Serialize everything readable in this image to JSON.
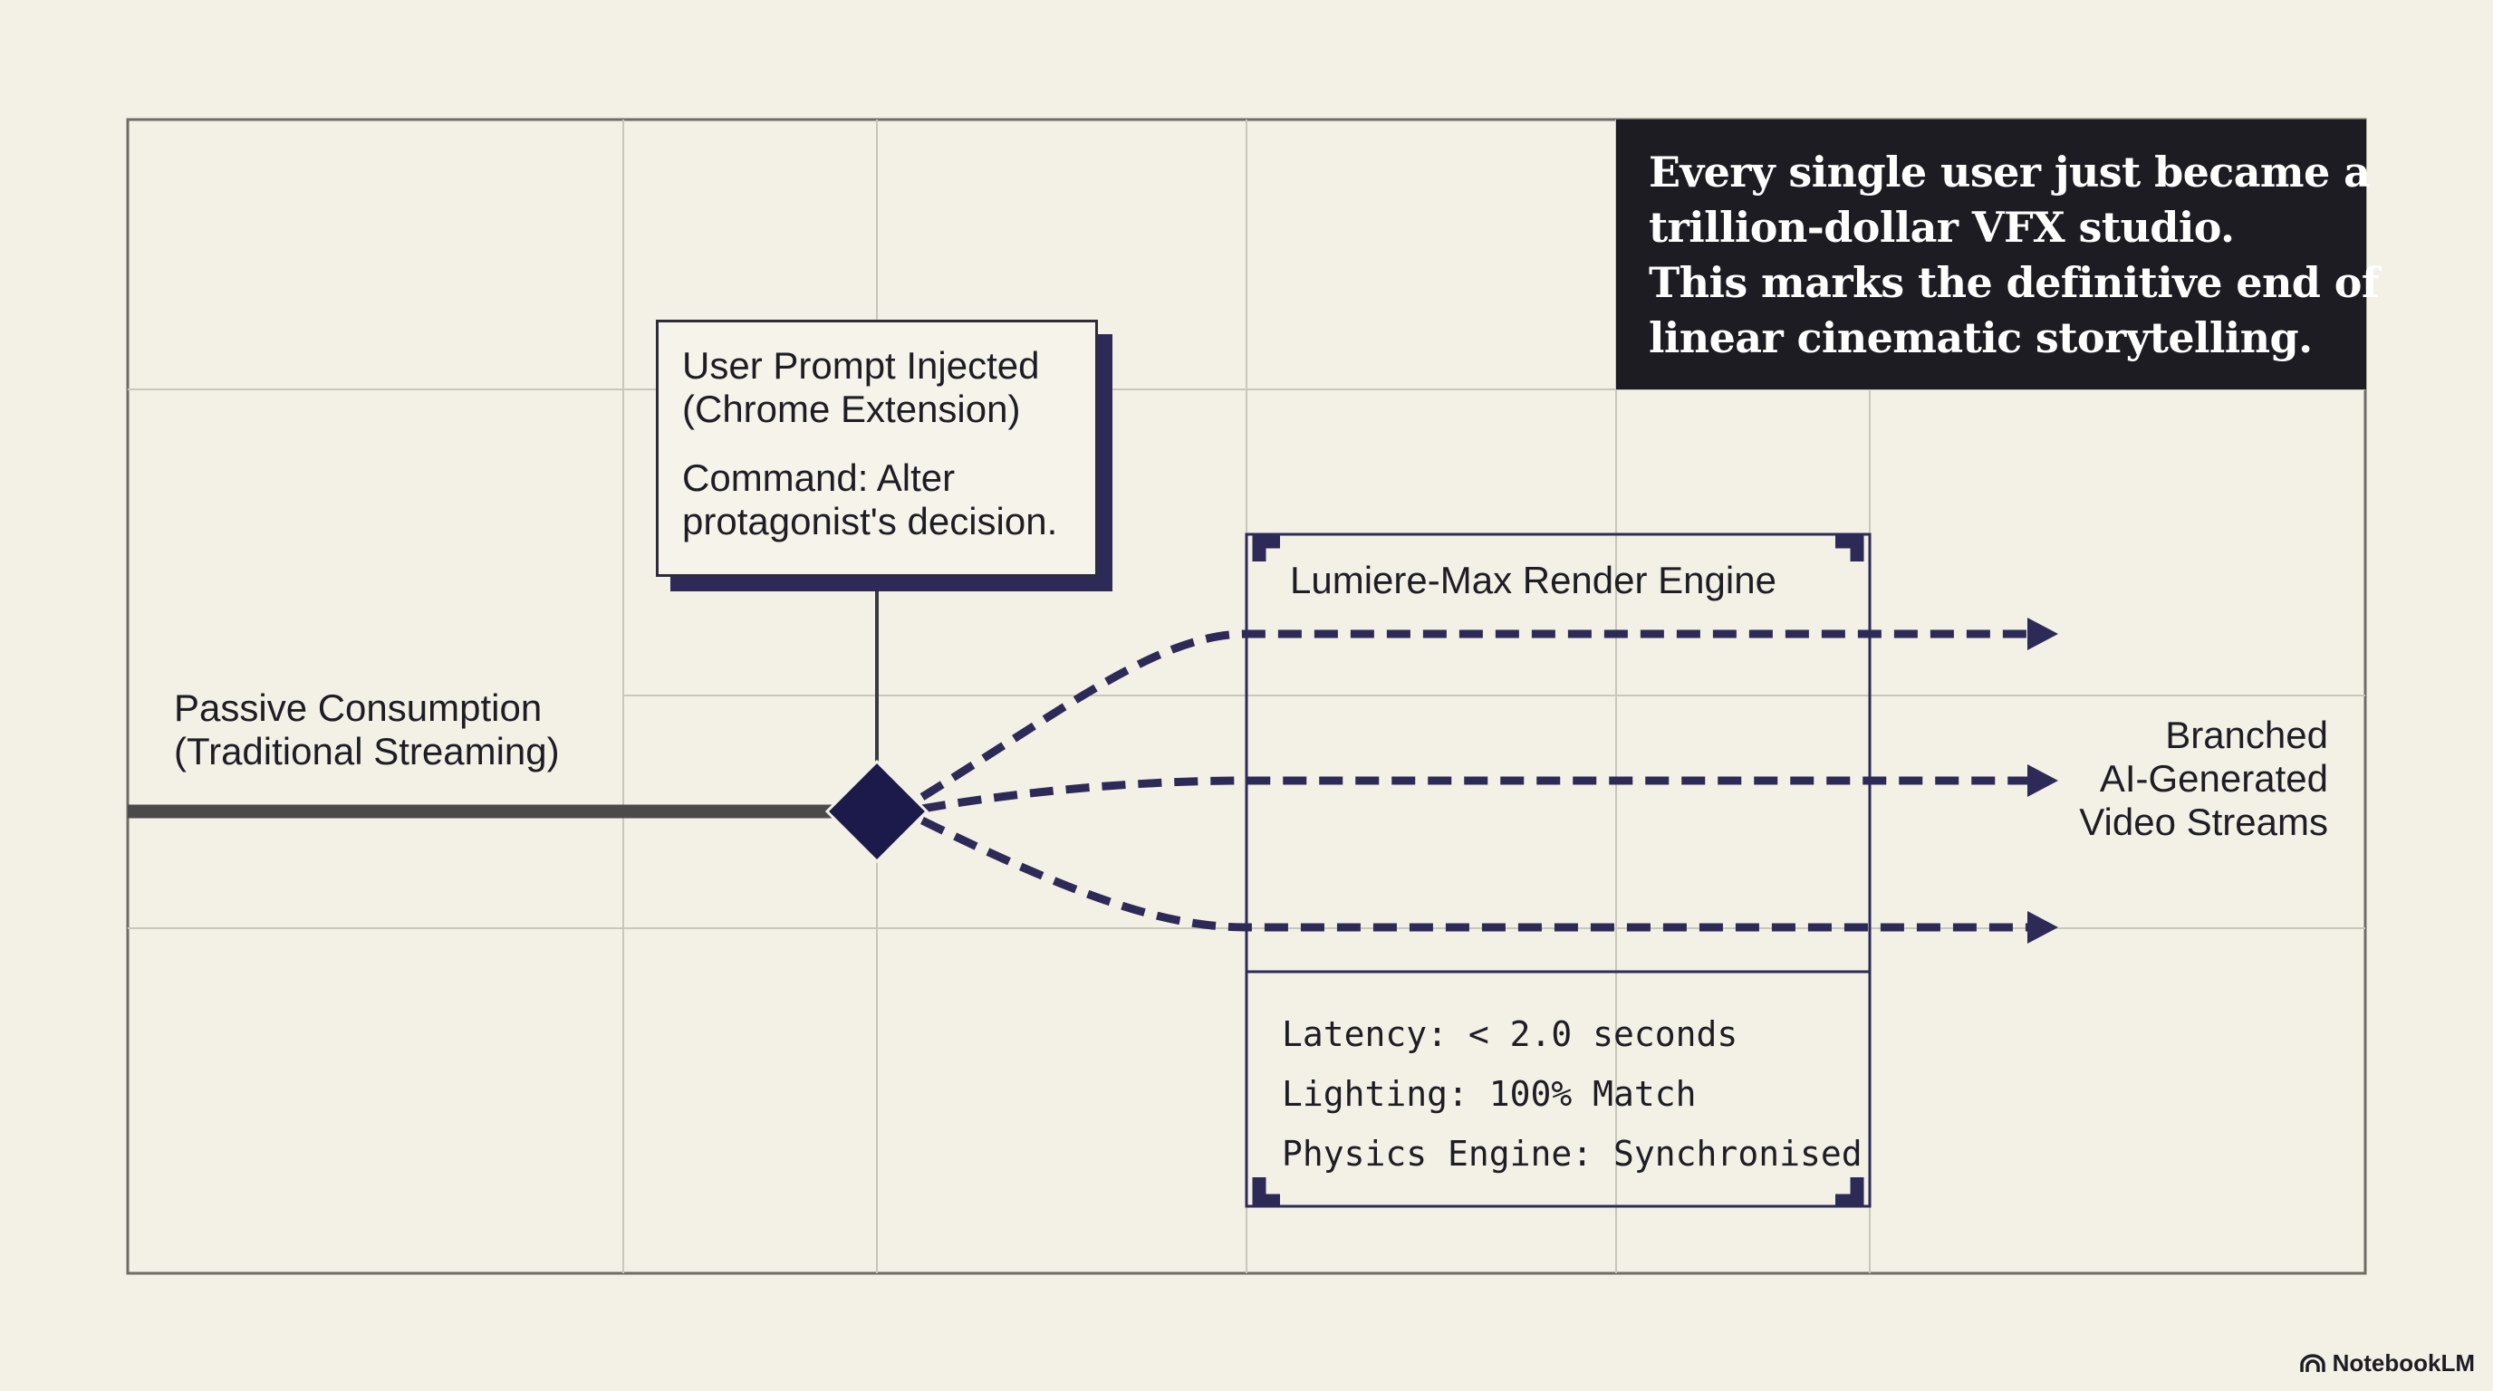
{
  "callout": {
    "lines": [
      "Every single user just became a",
      "trillion-dollar VFX studio.",
      "This marks the definitive end of",
      "linear cinematic storytelling."
    ]
  },
  "prompt_box": {
    "title_lines": [
      "User Prompt Injected",
      "(Chrome Extension)"
    ],
    "command_lines": [
      "Command: Alter",
      "protagonist's decision."
    ]
  },
  "passive_label": [
    "Passive Consumption",
    "(Traditional Streaming)"
  ],
  "engine": {
    "title": "Lumiere-Max Render Engine",
    "stats": [
      "Latency: < 2.0 seconds",
      "Lighting: 100% Match",
      "Physics Engine: Synchronised"
    ]
  },
  "branch_label": [
    "Branched",
    "AI-Generated",
    "Video Streams"
  ],
  "brand": {
    "name": "NotebookLM",
    "icon": "notebooklm-logo-icon"
  },
  "colors": {
    "background": "#f3f0e6",
    "grid": "#c9c6bc",
    "accent_navy": "#2e2a58",
    "dark": "#1d1c22",
    "timeline": "#4a4a4a"
  }
}
